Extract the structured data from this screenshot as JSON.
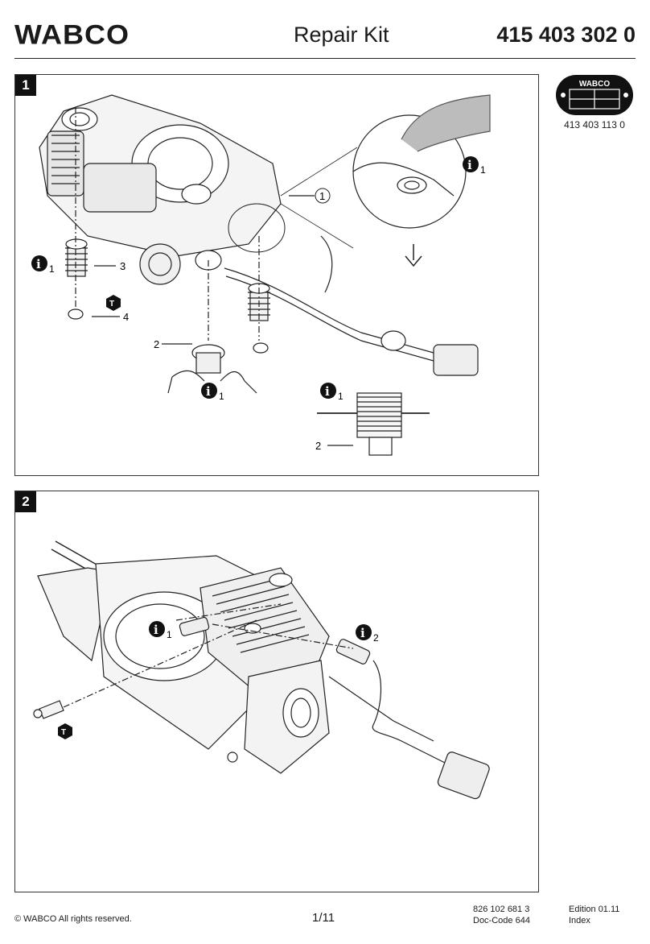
{
  "header": {
    "brand": "WABCO",
    "title": "Repair Kit",
    "part_number": "415 403 302 0"
  },
  "panel1": {
    "number": "1",
    "callouts": [
      "1",
      "3",
      "4",
      "2",
      "2"
    ],
    "info_subscripts": [
      "1",
      "1",
      "1",
      "1"
    ]
  },
  "panel2": {
    "number": "2",
    "info_subscripts": [
      "1",
      "2"
    ]
  },
  "seal": {
    "brand": "WABCO",
    "number": "413 403 113 0"
  },
  "footer": {
    "copyright": "© WABCO All rights reserved.",
    "page": "1/11",
    "doc_number": "826 102 681 3",
    "doc_code": "Doc-Code 644",
    "edition": "Edition 01.11",
    "index": "Index"
  },
  "icons": [
    "info-icon",
    "torque-icon",
    "wabco-seal-icon"
  ]
}
